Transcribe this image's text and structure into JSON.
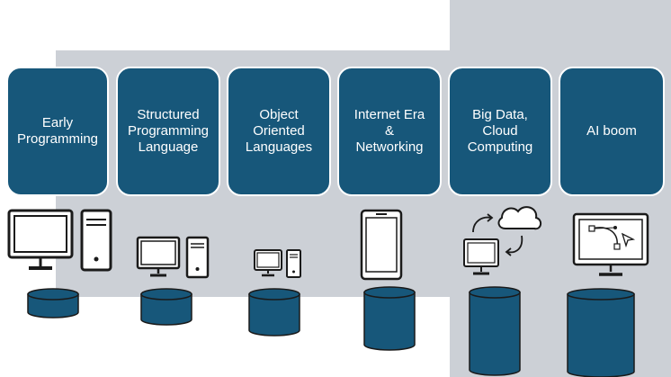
{
  "colors": {
    "box": "#17577a",
    "arrow": "#ccd0d6",
    "icon_stroke": "#1a1a1a",
    "db_fill": "#17577a"
  },
  "stages": [
    {
      "label": "Early\nProgramming",
      "icon": "desktop-computer-icon"
    },
    {
      "label": "Structured\nProgramming\nLanguage",
      "icon": "desktop-computer-icon"
    },
    {
      "label": "Object\nOriented\nLanguages",
      "icon": "desktop-computer-icon"
    },
    {
      "label": "Internet Era\n&\nNetworking",
      "icon": "tablet-icon"
    },
    {
      "label": "Big Data,\nCloud\nComputing",
      "icon": "cloud-sync-icon"
    },
    {
      "label": "AI boom",
      "icon": "ai-vector-monitor-icon"
    }
  ],
  "database_icon": "database-cylinder-icon"
}
